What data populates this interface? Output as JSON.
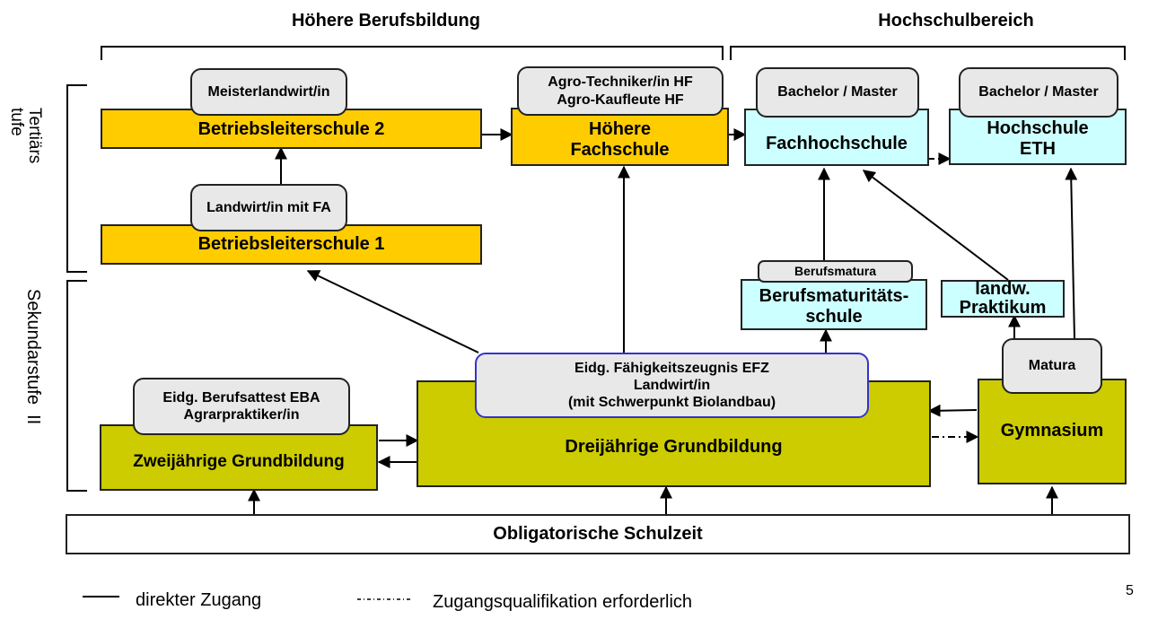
{
  "headers": {
    "higher_vocational": "Höhere Berufsbildung",
    "university": "Hochschulbereich"
  },
  "side_labels": {
    "tertiary": "Tertiärs\ntufe",
    "secondary": "Sekundarstufe  II"
  },
  "boxes": {
    "betriebsleiter2": "Betriebsleiterschule 2",
    "betriebsleiter1": "Betriebsleiterschule 1",
    "hoehere_fachschule_l1": "Höhere",
    "hoehere_fachschule_l2": "Fachschule",
    "fachhochschule": "Fachhochschule",
    "hochschule_l1": "Hochschule",
    "hochschule_l2": "ETH",
    "bms_l1": "Berufsmaturitäts-",
    "bms_l2": "schule",
    "praktikum_l1": "landw.",
    "praktikum_l2": "Praktikum",
    "zweijaehrig": "Zweijährige Grundbildung",
    "dreijaehrig": "Dreijährige Grundbildung",
    "gymnasium": "Gymnasium",
    "obligatorisch": "Obligatorische Schulzeit"
  },
  "tags": {
    "meister": "Meisterlandwirt/in",
    "landwirt_fa": "Landwirt/in mit FA",
    "agro_l1": "Agro-Techniker/in HF",
    "agro_l2": "Agro-Kaufleute HF",
    "bachelor_fh": "Bachelor / Master",
    "bachelor_eth": "Bachelor / Master",
    "berufsmatura": "Berufsmatura",
    "matura": "Matura",
    "eba_l1": "Eidg. Berufsattest EBA",
    "eba_l2": "Agrarpraktiker/in",
    "efz_l1": "Eidg. Fähigkeitszeugnis EFZ",
    "efz_l2": "Landwirt/in",
    "efz_l3": "(mit Schwerpunkt Biolandbau)"
  },
  "legend": {
    "direct": "direkter Zugang",
    "qualification": "Zugangsqualifikation erforderlich"
  },
  "page_number": "5"
}
